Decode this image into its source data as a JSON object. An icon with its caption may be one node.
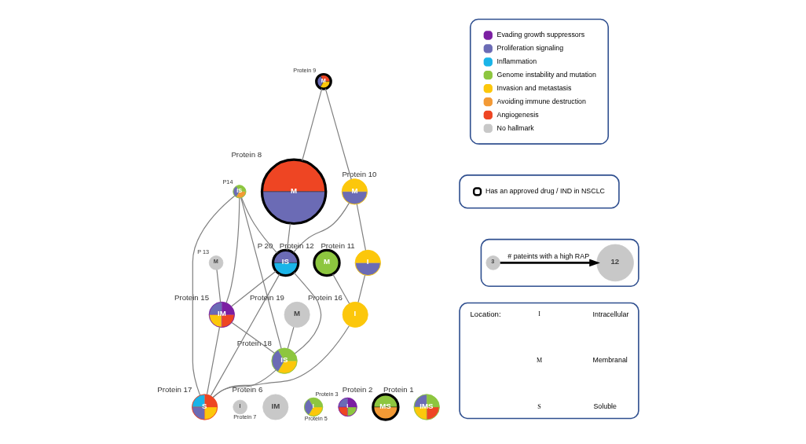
{
  "diagram": {
    "nodes": [
      {
        "text": [
          "M"
        ],
        "beside": [
          "Protein 9"
        ]
      },
      {
        "text": [
          "M"
        ],
        "beside": [
          "Protein 8"
        ]
      },
      {
        "text": [
          "M"
        ],
        "beside": [
          "Protein 10"
        ]
      },
      {
        "text": [
          "I"
        ],
        "beside": [
          "Protein 11"
        ]
      },
      {
        "text": [
          "M"
        ],
        "beside": [
          "Protein 12"
        ]
      },
      {
        "text": [
          "IS"
        ],
        "beside": [
          "P14"
        ]
      },
      {
        "text": [
          "M"
        ],
        "beside": [
          "P 13"
        ]
      },
      {
        "text": [
          "IS"
        ],
        "beside": [
          "P 20"
        ]
      },
      {
        "text": [
          "IM"
        ],
        "beside": [
          "Protein 15"
        ]
      },
      {
        "text": [
          "I"
        ],
        "beside": [
          "Protein 16"
        ]
      },
      {
        "text": [
          "M"
        ],
        "beside": [
          "Protein 19"
        ]
      },
      {
        "text": [
          "IS"
        ],
        "beside": [
          "Protein 18"
        ]
      },
      {
        "text": [
          "S"
        ],
        "beside": [
          "Protein 17"
        ]
      },
      {
        "text": [
          "IMS"
        ],
        "beside": [
          "Protein 1"
        ]
      },
      {
        "text": [
          "MS"
        ],
        "beside": [
          "Protein 2"
        ]
      },
      {
        "text": [
          "I"
        ],
        "beside": [
          "Protein 3"
        ]
      },
      {
        "text": [
          "I"
        ],
        "beside": [
          "Protein 5"
        ]
      },
      {
        "text": [
          "IM"
        ],
        "beside": [
          "Protein 6"
        ]
      },
      {
        "text": [
          "I"
        ],
        "beside": [
          "Protein 7"
        ]
      },
      {
        "text": [],
        "shape": "box"
      },
      {
        "text": [],
        "shape": "box"
      },
      {
        "text": [],
        "shape": "box"
      },
      {
        "text": [
          "3"
        ],
        "in": 21
      },
      {
        "text": [
          "12"
        ],
        "in": 21
      },
      {
        "text": [],
        "shape": "box"
      }
    ],
    "edges": [
      {
        "from": 0,
        "to": 1,
        "arrow": "none"
      },
      {
        "from": 0,
        "to": 2,
        "arrow": "none"
      },
      {
        "from": 2,
        "to": 3,
        "arrow": "none"
      },
      {
        "from": 2,
        "to": 7,
        "arrow": "none"
      },
      {
        "from": 1,
        "to": 7,
        "arrow": "none"
      },
      {
        "from": 3,
        "to": 9,
        "arrow": "none"
      },
      {
        "from": 4,
        "to": 9,
        "arrow": "none"
      },
      {
        "from": 6,
        "to": 8,
        "arrow": "none"
      },
      {
        "from": 5,
        "to": 7,
        "arrow": "none"
      },
      {
        "from": 5,
        "to": 11,
        "arrow": "none"
      },
      {
        "from": 5,
        "to": 12,
        "arrow": "none"
      },
      {
        "from": 5,
        "to": 8,
        "arrow": "none"
      },
      {
        "from": 7,
        "to": 8,
        "arrow": "none"
      },
      {
        "from": 7,
        "to": 11,
        "arrow": "none"
      },
      {
        "from": 7,
        "to": 12,
        "arrow": "none"
      },
      {
        "from": 8,
        "to": 11,
        "arrow": "none"
      },
      {
        "from": 8,
        "to": 12,
        "arrow": "none"
      },
      {
        "from": 9,
        "to": 12,
        "arrow": "none"
      },
      {
        "from": 10,
        "to": 11,
        "arrow": "none"
      },
      {
        "from": 11,
        "to": 12,
        "arrow": "none"
      },
      {
        "from": 22,
        "to": 23,
        "arrow": "to",
        "label": "# pateints with a high RAP",
        "color": "#000000",
        "style": "thick"
      }
    ],
    "labels": [
      "Location:",
      "I",
      "Intracellular",
      "M",
      "Membranal",
      "S",
      "Soluble"
    ],
    "legend": [
      {
        "text": "Evading growth suppressors",
        "color": "#7b1fa2"
      },
      {
        "text": "Proliferation signaling",
        "color": "#6b6bb5"
      },
      {
        "text": "Inflammation",
        "color": "#1ab4e8"
      },
      {
        "text": "Genome instability and mutation",
        "color": "#8dc63f"
      },
      {
        "text": "Invasion and metastasis",
        "color": "#fcc70b"
      },
      {
        "text": "Avoiding immune destruction",
        "color": "#f39a35"
      },
      {
        "text": "Angiogenesis",
        "color": "#ee4523"
      },
      {
        "text": "No hallmark",
        "color": "#c8c8c8"
      },
      {
        "text": "Has an approved drug / IND in NSCLC"
      }
    ]
  }
}
